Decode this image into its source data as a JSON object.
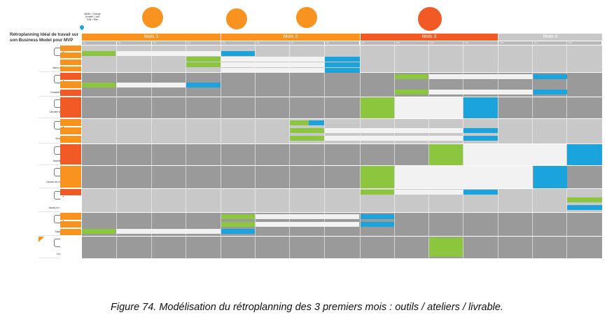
{
  "title": "Rétroplanning Idéal de travail sur son Business Model pour MVP",
  "legend": [
    "Atelier = Orange",
    "Livrable = Vert",
    "Outil = Bleu"
  ],
  "colors": {
    "month1": "#f7931e",
    "month2": "#f7931e",
    "month3": "#f15a24",
    "month4": "#c8c8c8",
    "atelier": "#f7931e",
    "livrable": "#8cc63f",
    "outil": "#1aa3dc"
  },
  "months": [
    {
      "label": "Mois 1"
    },
    {
      "label": "Mois 2"
    },
    {
      "label": "Mois 3"
    },
    {
      "label": "Mois 4"
    }
  ],
  "weeks": [
    "S1",
    "S2",
    "S3",
    "S4",
    "S5",
    "S6",
    "S7",
    "S8",
    "S9",
    "S10",
    "S11",
    "S12",
    "S13",
    "S14",
    "S15"
  ],
  "themes": [
    {
      "label": "Valeur ajoutée",
      "icon": "lightbulb-icon"
    },
    {
      "label": "Compétences clés",
      "icon": "briefcase-icon"
    },
    {
      "label": "Clientèle stratégique",
      "icon": "people-icon"
    },
    {
      "label": "Solution",
      "icon": "gift-icon"
    },
    {
      "label": "Monétisation",
      "icon": "moneybag-icon"
    },
    {
      "label": "Canaux de communication",
      "icon": "megaphone-icon"
    },
    {
      "label": "Modes de distribution",
      "icon": "truck-icon"
    },
    {
      "label": "Supports",
      "icon": "hands-icon"
    },
    {
      "label": "Coûts",
      "icon": "tag-icon"
    }
  ],
  "caption": "Figure 74. Modélisation du rétroplanning des 3 premiers mois : outils / ateliers / livrable."
}
